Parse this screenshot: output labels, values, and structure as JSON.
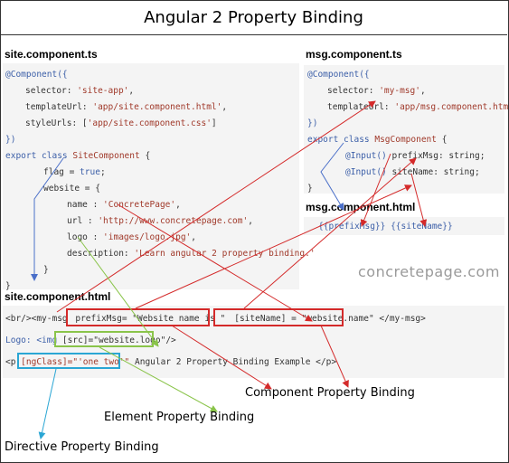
{
  "title": "Angular 2 Property Binding",
  "headings": {
    "site_ts": "site.component.ts",
    "msg_ts": "msg.component.ts",
    "msg_html": "msg.component.html",
    "site_html": "site.component.html"
  },
  "site_ts_code": {
    "l1": "@Component({",
    "l2a": "selector: ",
    "l2b": "'site-app'",
    "l2c": ",",
    "l3a": "templateUrl: ",
    "l3b": "'app/site.component.html'",
    "l3c": ",",
    "l4a": "styleUrls: [",
    "l4b": "'app/site.component.css'",
    "l4c": "]",
    "l5": "})",
    "l6a": "export class ",
    "l6b": "SiteComponent",
    "l6c": " {",
    "l7a": "flag = ",
    "l7b": "true",
    "l7c": ";",
    "l8": "website = {",
    "l9a": "name : ",
    "l9b": "'ConcretePage'",
    "l9c": ",",
    "l10a": "url : ",
    "l10b": "'http://www.concretepage.com'",
    "l10c": ",",
    "l11a": "logo : ",
    "l11b": "'images/logo.jpg'",
    "l11c": ",",
    "l12a": "description: ",
    "l12b": "'Learn angular 2 property binding.'",
    "l13": "}",
    "l14": "}"
  },
  "msg_ts_code": {
    "l1": "@Component({",
    "l2a": "selector: ",
    "l2b": "'my-msg'",
    "l2c": ",",
    "l3a": "templateUrl: ",
    "l3b": "'app/msg.component.html'",
    "l4": "})",
    "l5a": "export class ",
    "l5b": "MsgComponent",
    "l5c": " {",
    "l6a": "@Input() ",
    "l6b": "prefixMsg: string;",
    "l7a": "@Input() ",
    "l7b": "siteName: string;",
    "l8": "}"
  },
  "msg_html_code": "{{prefixMsg}} {{siteName}}",
  "site_html_code": {
    "l1a": "<br/><my-msg ",
    "l1b": "prefixMsg= \"Website name is \"",
    "l1c": "[siteName] = \"website.name\"",
    "l1d": " </my-msg>",
    "l2a": "Logo: <img ",
    "l2b": "[src]=\"website.logo\"",
    "l2c": "/>",
    "l3a": "<p ",
    "l3b": "[ngClass]=\"'one two'\"",
    "l3c": " Angular 2 Property Binding Example </p>"
  },
  "watermark": "concretepage.com",
  "labels": {
    "component": "Component Property Binding",
    "element": "Element Property Binding",
    "directive": "Directive Property Binding"
  },
  "colors": {
    "component_binding": "#d42a2a",
    "element_binding": "#8ac44a",
    "directive_binding": "#2aa6d4",
    "input_link": "#4a6fc9"
  }
}
